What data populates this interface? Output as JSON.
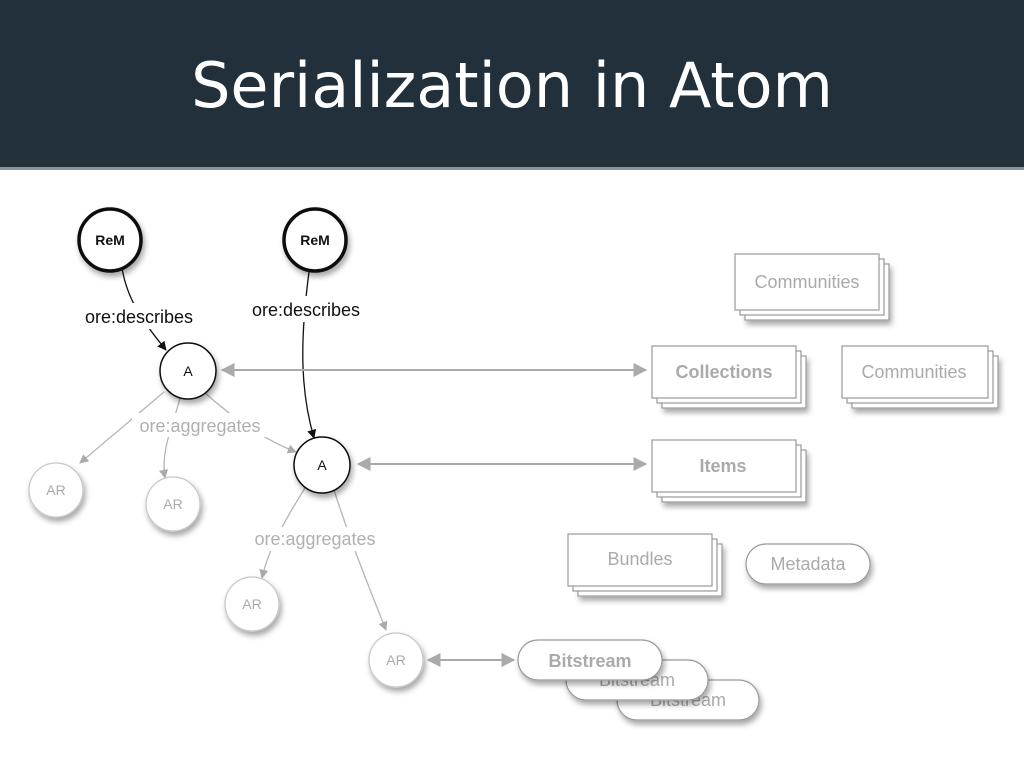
{
  "slide": {
    "title": "Serialization in Atom"
  },
  "nodes": {
    "rem_1": "ReM",
    "rem_2": "ReM",
    "aggregation_1": "A",
    "aggregation_2": "A",
    "ar_1": "AR",
    "ar_2": "AR",
    "ar_3": "AR",
    "ar_4": "AR"
  },
  "edges": {
    "describes_1": "ore:describes",
    "describes_2": "ore:describes",
    "aggregates_1": "ore:aggregates",
    "aggregates_2": "ore:aggregates"
  },
  "boxes": {
    "communities_top": "Communities",
    "collections": "Collections",
    "communities_right": "Communities",
    "items": "Items",
    "bundles": "Bundles",
    "metadata": "Metadata",
    "bitstream_front": "Bitstream",
    "bitstream_middle": "Bitstream",
    "bitstream_back": "Bitstream"
  },
  "colors": {
    "header": "#22303c",
    "dark": "#111111",
    "faded": "#b0b0b0"
  }
}
